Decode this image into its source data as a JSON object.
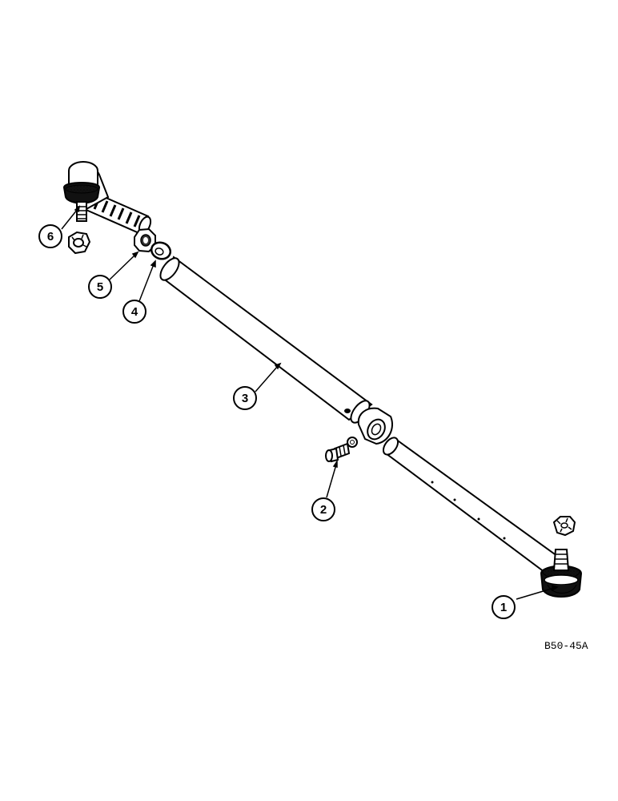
{
  "callouts": [
    {
      "label": "1"
    },
    {
      "label": "2"
    },
    {
      "label": "3"
    },
    {
      "label": "4"
    },
    {
      "label": "5"
    },
    {
      "label": "6"
    }
  ],
  "reference_code": "B50-45A",
  "colors": {
    "ink": "#000000",
    "paper": "#ffffff"
  }
}
